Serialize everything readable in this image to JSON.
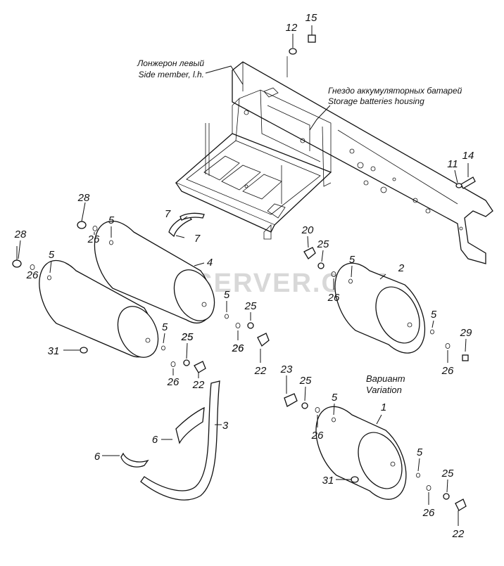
{
  "watermark": "SPECSERVER.COM",
  "captions": {
    "side_member_ru": "Лонжерон левый",
    "side_member_en": "Side member, l.h.",
    "battery_housing_ru": "Гнездо аккумуляторных батарей",
    "battery_housing_en": "Storage batteries housing",
    "variant_ru": "Вариант",
    "variant_en": "Variation"
  },
  "callouts": [
    "15",
    "12",
    "14",
    "11",
    "28",
    "5",
    "26",
    "28",
    "5",
    "26",
    "7",
    "7",
    "4",
    "20",
    "25",
    "5",
    "26",
    "2",
    "25",
    "5",
    "26",
    "5",
    "26",
    "29",
    "26",
    "31",
    "5",
    "25",
    "26",
    "22",
    "25",
    "22",
    "23",
    "25",
    "5",
    "26",
    "1",
    "6",
    "3",
    "6",
    "5",
    "31",
    "25",
    "26",
    "22"
  ]
}
